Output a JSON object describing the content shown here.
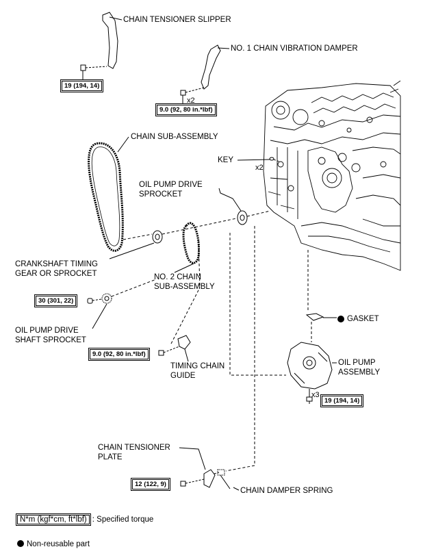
{
  "labels": {
    "chain_tensioner_slipper": "CHAIN TENSIONER SLIPPER",
    "no1_chain_vibration_damper": "NO. 1 CHAIN VIBRATION DAMPER",
    "chain_sub_assembly": "CHAIN SUB-ASSEMBLY",
    "key": "KEY",
    "oil_pump_drive_sprocket": "OIL PUMP DRIVE\nSPROCKET",
    "crankshaft_timing_gear": "CRANKSHAFT TIMING\nGEAR OR SPROCKET",
    "no2_chain_sub_assembly": "NO. 2 CHAIN\nSUB-ASSEMBLY",
    "oil_pump_drive_shaft_sprocket": "OIL PUMP DRIVE\nSHAFT SPROCKET",
    "gasket": "GASKET",
    "timing_chain_guide": "TIMING CHAIN\nGUIDE",
    "oil_pump_assembly": "OIL PUMP\nASSEMBLY",
    "chain_tensioner_plate": "CHAIN TENSIONER\nPLATE",
    "chain_damper_spring": "CHAIN DAMPER SPRING"
  },
  "torques": {
    "slipper_bolt": "19 (194, 14)",
    "damper_bolt": "9.0 (92, 80 in.*lbf)",
    "drive_shaft_nut": "30 (301, 22)",
    "guide_bolt": "9.0 (92, 80 in.*lbf)",
    "oil_pump_bolt": "19 (194, 14)",
    "tensioner_plate_bolt": "12 (122, 9)"
  },
  "quantities": {
    "damper_bolts": "x2",
    "keys": "x2",
    "oil_pump_bolts": "x3"
  },
  "legend": {
    "torque_box": "N*m (kgf*cm, ft*lbf)",
    "torque_desc": ": Specified torque",
    "non_reusable": "Non-reusable part"
  }
}
